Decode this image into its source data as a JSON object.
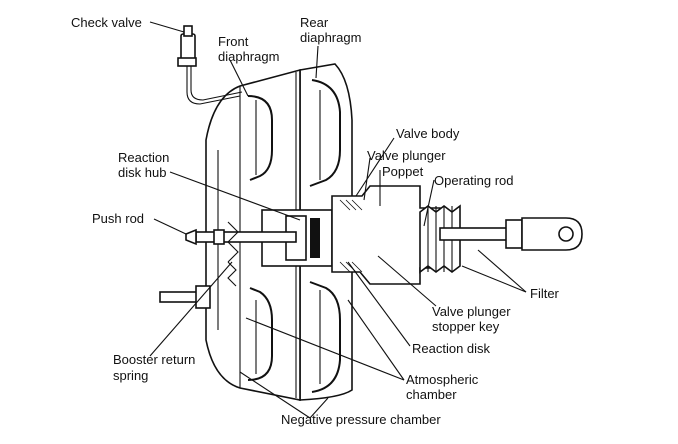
{
  "labels": {
    "check_valve": "Check valve",
    "front_diaphragm_1": "Front",
    "front_diaphragm_2": "diaphragm",
    "rear_diaphragm_1": "Rear",
    "rear_diaphragm_2": "diaphragm",
    "valve_body": "Valve body",
    "valve_plunger": "Valve plunger",
    "poppet": "Poppet",
    "operating_rod": "Operating rod",
    "reaction_disk_hub_1": "Reaction",
    "reaction_disk_hub_2": "disk hub",
    "push_rod": "Push rod",
    "filter": "Filter",
    "valve_plunger_stopper_key_1": "Valve plunger",
    "valve_plunger_stopper_key_2": "stopper key",
    "reaction_disk": "Reaction disk",
    "booster_return_spring_1": "Booster return",
    "booster_return_spring_2": "spring",
    "atmospheric_chamber_1": "Atmospheric",
    "atmospheric_chamber_2": "chamber",
    "negative_pressure_chamber": "Negative pressure chamber"
  }
}
